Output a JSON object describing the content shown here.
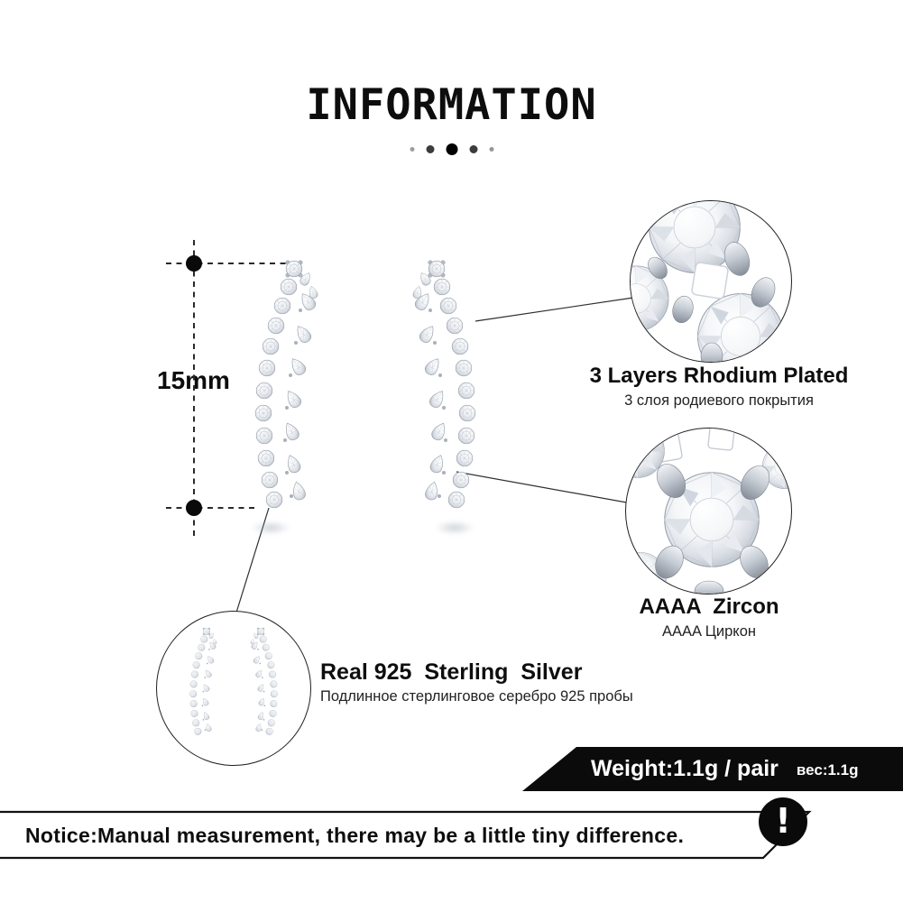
{
  "title": "INFORMATION",
  "measurement": {
    "height_label": "15mm"
  },
  "features": {
    "rhodium": {
      "title": "3 Layers Rhodium Plated",
      "subtitle": "3 слоя родиевого покрытия"
    },
    "zircon": {
      "title": "AAAA  Zircon",
      "subtitle": "AAAA Циркон"
    },
    "silver": {
      "title": "Real 925  Sterling  Silver",
      "subtitle": "Подлинное стерлинговое серебро 925 пробы"
    }
  },
  "weight": {
    "label_en": "Weight:1.1g / pair",
    "label_ru": "вес:1.1g"
  },
  "notice": {
    "text": "Notice:Manual measurement, there may be a little tiny difference.",
    "icon_glyph": "!"
  },
  "colors": {
    "background": "#ffffff",
    "text": "#0e0e0e",
    "banner_black": "#0b0b0b",
    "silver_light": "#f2f4f6",
    "silver_mid": "#c9ced6",
    "silver_dark": "#9aa1ac"
  }
}
